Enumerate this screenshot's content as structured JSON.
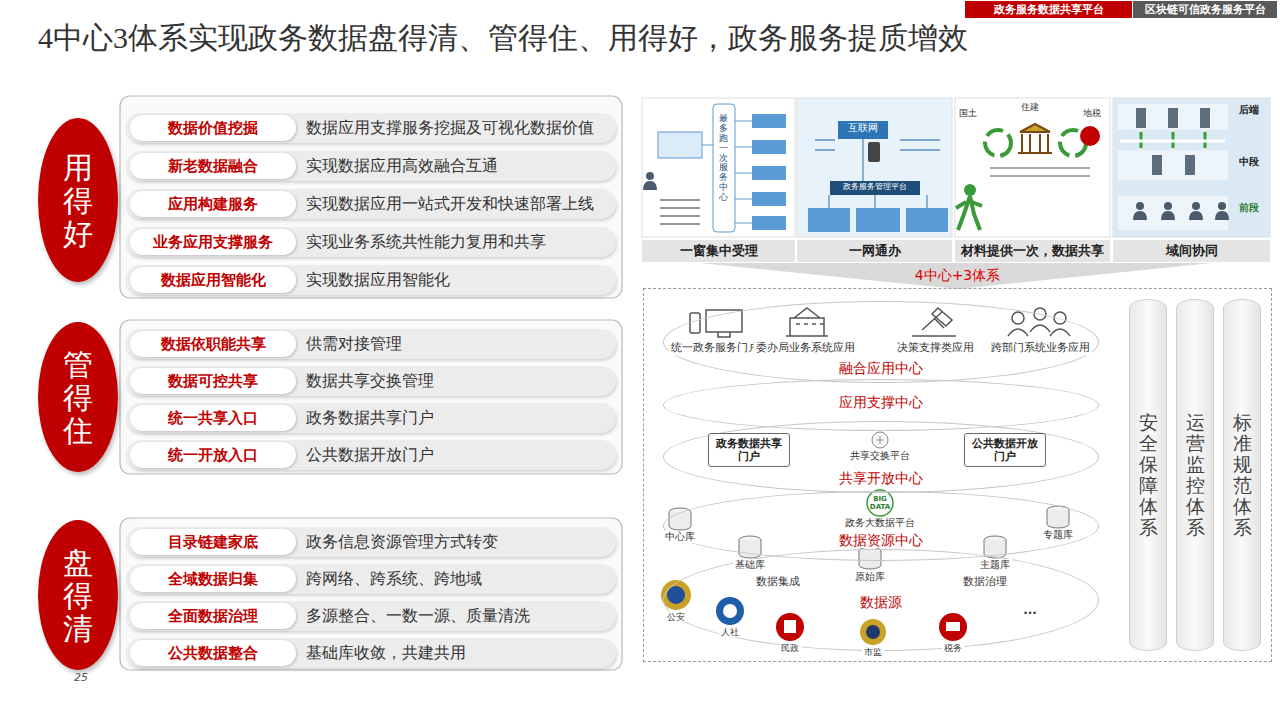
{
  "diagram": {
    "title": "4中心3体系实现政务数据盘得清、管得住、用得好，政务服务提质增效",
    "nodes": [
      {
        "text": [
          "用得好"
        ]
      },
      {
        "text": [
          "数据应用支撑服务挖掘及可视化数据价值"
        ]
      },
      {
        "text": [
          "数据价值挖掘"
        ],
        "in": 1
      },
      {
        "text": [
          "实现数据应用高效融合互通"
        ]
      },
      {
        "text": [
          "新老数据融合"
        ],
        "in": 3
      },
      {
        "text": [
          "实现数据应用一站式开发和快速部署上线"
        ]
      },
      {
        "text": [
          "应用构建服务"
        ],
        "in": 5
      },
      {
        "text": [
          "实现业务系统共性能力复用和共享"
        ]
      },
      {
        "text": [
          "业务应用支撑服务"
        ],
        "in": 7
      },
      {
        "text": [
          "实现数据应用智能化"
        ]
      },
      {
        "text": [
          "数据应用智能化"
        ],
        "in": 9
      },
      {
        "text": [
          "管得住"
        ]
      },
      {
        "text": [
          "供需对接管理"
        ]
      },
      {
        "text": [
          "数据依职能共享"
        ],
        "in": 12
      },
      {
        "text": [
          "数据共享交换管理"
        ]
      },
      {
        "text": [
          "数据可控共享"
        ],
        "in": 14
      },
      {
        "text": [
          "政务数据共享门户"
        ]
      },
      {
        "text": [
          "统一共享入口"
        ],
        "in": 16
      },
      {
        "text": [
          "公共数据开放门户"
        ]
      },
      {
        "text": [
          "统一开放入口"
        ],
        "in": 18
      },
      {
        "text": [
          "盘得清"
        ]
      },
      {
        "text": [
          "政务信息资源管理方式转变"
        ]
      },
      {
        "text": [
          "目录链建家底"
        ],
        "in": 21
      },
      {
        "text": [
          "跨网络、跨系统、跨地域"
        ]
      },
      {
        "text": [
          "全域数据归集"
        ],
        "in": 23
      },
      {
        "text": [
          "多源整合、一数一源、质量清洗"
        ]
      },
      {
        "text": [
          "全面数据治理"
        ],
        "in": 25
      },
      {
        "text": [
          "基础库收敛，共建共用"
        ]
      },
      {
        "text": [
          "公共数据整合"
        ],
        "in": 27
      },
      {
        "text": [
          "一窗集中受理"
        ]
      },
      {
        "text": [
          "一网通办"
        ]
      },
      {
        "text": [
          "材料提供一次，数据共享"
        ]
      },
      {
        "text": [
          "域间协同"
        ]
      },
      {
        "text": [
          "4中心+3体系"
        ]
      },
      {
        "text": [
          "融合应用中心"
        ],
        "in": 33
      },
      {
        "text": [
          "应用支撑中心"
        ],
        "in": 33
      },
      {
        "text": [
          "共享开放中心"
        ],
        "in": 33
      },
      {
        "text": [
          "政务数据共享门户"
        ],
        "in": 36
      },
      {
        "text": [
          "公共数据开放门户"
        ],
        "in": 36
      },
      {
        "text": [
          "数据资源中心"
        ],
        "in": 33
      },
      {
        "text": [
          "数据源"
        ],
        "in": 33
      },
      {
        "text": [
          "安全保障体系"
        ],
        "in": 33
      },
      {
        "text": [
          "运营监控体系"
        ],
        "in": 33
      },
      {
        "text": [
          "标准规范体系"
        ],
        "in": 33
      }
    ],
    "labels": [
      "政务服务数据共享平台",
      "区块链可信政务服务平台",
      "25",
      "统一政务服务门户",
      "委办局业务系统应用",
      "决策支撑类应用",
      "跨部门系统业务应用",
      "共享交换平台",
      "中心库",
      "政务大数据平台",
      "专题库",
      "基础库",
      "原始库",
      "主题库",
      "数据集成",
      "数据治理",
      "公安",
      "人社",
      "民政",
      "市监",
      "税务",
      "...",
      "最多跑一次服务中心",
      "互联网",
      "国土",
      "住建",
      "地税",
      "后端",
      "中段",
      "前段",
      "政务服务管理平台",
      "BIG DATA"
    ]
  }
}
